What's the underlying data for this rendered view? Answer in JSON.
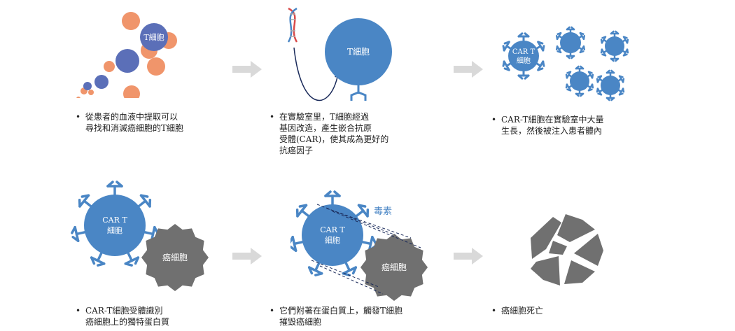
{
  "labels": {
    "t_cell": "T細胞",
    "car_t": "CAR T",
    "cell_suffix": "細胞",
    "cancer_cell": "癌細胞",
    "toxin": "毒素"
  },
  "steps": [
    {
      "lines": [
        "從患者的血液中提取可以",
        "尋找和消滅癌細胞的T細胞"
      ]
    },
    {
      "lines": [
        "在實驗室里，T細胞經過",
        "基因改造，產生嵌合抗原",
        "受體(CAR)，使其成為更好的",
        "抗癌因子"
      ]
    },
    {
      "lines": [
        "CAR-T細胞在實驗室中大量",
        "生長，然後被注入患者體內"
      ]
    },
    {
      "lines": [
        "CAR-T細胞受體識別",
        "癌細胞上的獨特蛋白質"
      ]
    },
    {
      "lines": [
        "它們附著在蛋白質上，觸發T細胞",
        "摧毀癌細胞"
      ]
    },
    {
      "lines": [
        "癌細胞死亡"
      ]
    }
  ],
  "bullet": "•",
  "colors": {
    "blue": "#4a86c5",
    "dark_blue": "#5b6fb8",
    "orange": "#f0956b",
    "gray": "#707070",
    "arrow": "#d9d9d9",
    "toxin_text": "#4a86c5"
  }
}
